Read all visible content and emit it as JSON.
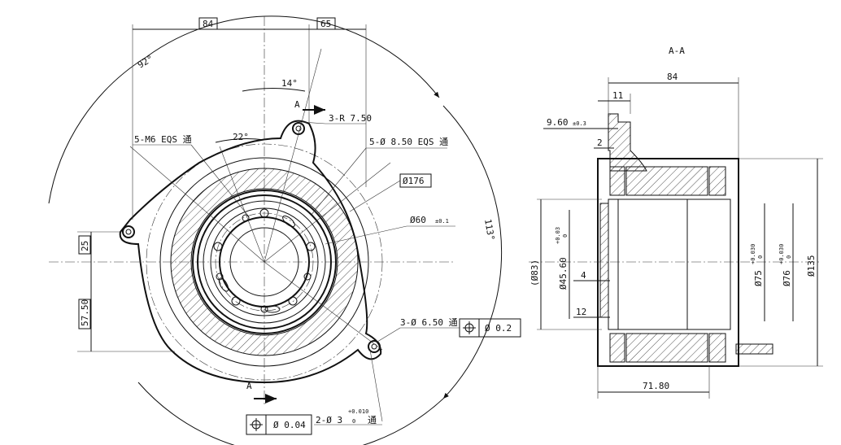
{
  "front_view": {
    "dim_84": "84",
    "dim_65": "65",
    "angle_92": "92°",
    "angle_14": "14°",
    "angle_22": "22°",
    "angle_113": "113°",
    "section_mark": "A",
    "r_note": "3-R 7.50",
    "m6_note": "5-M6 EQS 通",
    "hole_note": "5-Ø 8.50 EQS 通",
    "dia_176": "Ø176",
    "dia_60": "Ø60",
    "dia_60_tol": "±0.1",
    "dim_25": "25",
    "dim_57_50": "57.50",
    "hole_6_50": "3-Ø 6.50 通",
    "pos_tol_1": "Ø 0.2",
    "pos_tol_2": "Ø 0.04",
    "pin_note": "2-Ø 3",
    "pin_tol": "+0.010",
    "pin_tol_low": "0",
    "pin_through": "通"
  },
  "section_view": {
    "title": "A-A",
    "dim_84": "84",
    "dim_11": "11",
    "dim_9_60": "9.60",
    "dim_9_60_tol": "±0.3",
    "dim_2": "2",
    "dim_83": "(Ø83)",
    "dim_45_60": "Ø45.60",
    "dim_45_60_tol_up": "+0.03",
    "dim_45_60_tol_low": "0",
    "dim_4": "4",
    "dim_12": "12",
    "dim_75": "Ø75",
    "dim_75_tol_up": "+0.030",
    "dim_75_tol_low": "0",
    "dim_76": "Ø76",
    "dim_76_tol_up": "+0.030",
    "dim_76_tol_low": "0",
    "dim_135": "Ø135",
    "dim_71_80": "71.80"
  }
}
